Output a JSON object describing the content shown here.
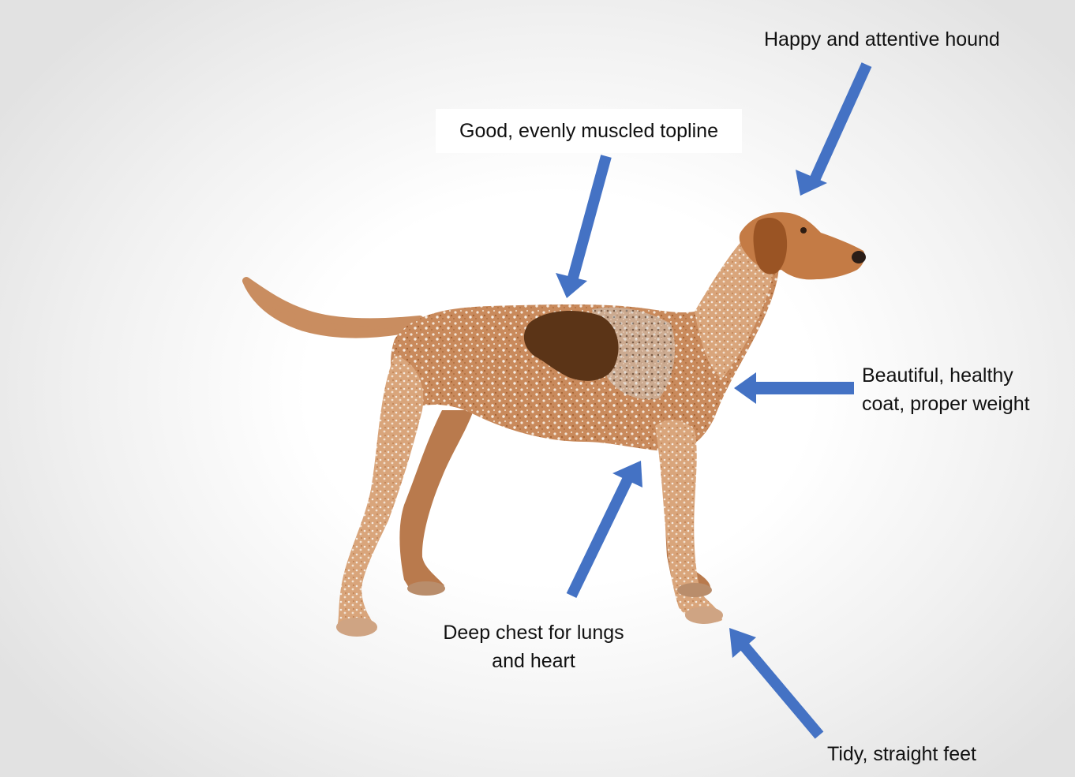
{
  "annotations": {
    "head": {
      "text": "Happy and attentive hound",
      "icon": "arrow-icon",
      "color": "#4472C4"
    },
    "topline": {
      "text": "Good, evenly muscled topline",
      "icon": "arrow-icon",
      "color": "#4472C4"
    },
    "coat": {
      "line1": "Beautiful, healthy",
      "line2": "coat, proper weight",
      "icon": "arrow-icon",
      "color": "#4472C4"
    },
    "chest": {
      "line1": "Deep chest for lungs",
      "line2": "and heart",
      "icon": "arrow-icon",
      "color": "#4472C4"
    },
    "feet": {
      "text": "Tidy, straight feet",
      "icon": "arrow-icon",
      "color": "#4472C4"
    }
  },
  "dog": {
    "icon": "hound-illustration",
    "coat_color": "#C9885A",
    "patch_color": "#5B3417",
    "ear_color": "#9A5424"
  }
}
